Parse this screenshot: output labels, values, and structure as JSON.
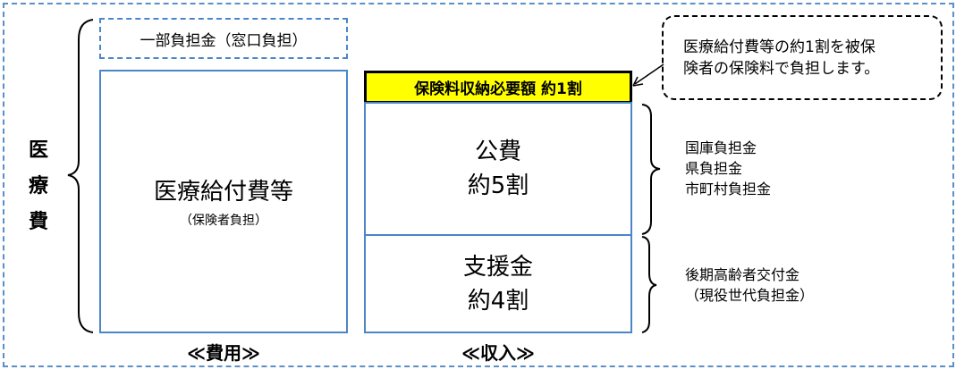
{
  "side_label": [
    "医",
    "療",
    "費"
  ],
  "cost": {
    "copay_box": "一部負担金（窓口負担）",
    "main_title": "医療給付費等",
    "main_sub": "（保険者負担）",
    "caption": "≪費用≫"
  },
  "revenue": {
    "premium_box": "保険料収納必要額 約1割",
    "public_title": "公費",
    "public_share": "約5割",
    "support_title": "支援金",
    "support_share": "約4割",
    "caption": "≪収入≫"
  },
  "public_sources": [
    "国庫負担金",
    "県負担金",
    "市町村負担金"
  ],
  "support_sources": [
    "後期高齢者交付金",
    "（現役世代負担金）"
  ],
  "callout": {
    "line1": "医療給付費等の約1割を被保",
    "line2": "険者の保険料で負担します。"
  },
  "colors": {
    "box_border": "#4a86c8",
    "premium_fill": "#ffff00"
  }
}
